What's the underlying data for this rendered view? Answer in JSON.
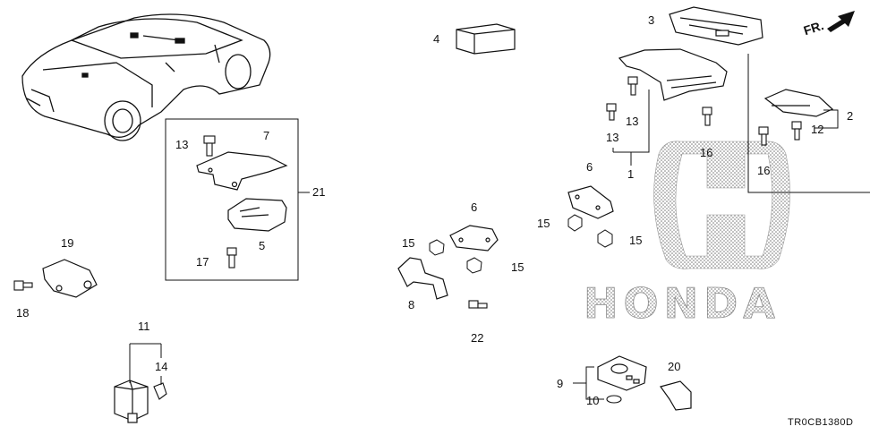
{
  "callouts": [
    {
      "id": "c1",
      "text": "1"
    },
    {
      "id": "c2",
      "text": "2"
    },
    {
      "id": "c3",
      "text": "3"
    },
    {
      "id": "c4",
      "text": "4"
    },
    {
      "id": "c5",
      "text": "5"
    },
    {
      "id": "c6a",
      "text": "6"
    },
    {
      "id": "c6b",
      "text": "6"
    },
    {
      "id": "c7",
      "text": "7"
    },
    {
      "id": "c8",
      "text": "8"
    },
    {
      "id": "c9",
      "text": "9"
    },
    {
      "id": "c10",
      "text": "10"
    },
    {
      "id": "c11",
      "text": "11"
    },
    {
      "id": "c12",
      "text": "12"
    },
    {
      "id": "c13a",
      "text": "13"
    },
    {
      "id": "c13b",
      "text": "13"
    },
    {
      "id": "c13c",
      "text": "13"
    },
    {
      "id": "c14",
      "text": "14"
    },
    {
      "id": "c15a",
      "text": "15"
    },
    {
      "id": "c15b",
      "text": "15"
    },
    {
      "id": "c15c",
      "text": "15"
    },
    {
      "id": "c15d",
      "text": "15"
    },
    {
      "id": "c16a",
      "text": "16"
    },
    {
      "id": "c16b",
      "text": "16"
    },
    {
      "id": "c17",
      "text": "17"
    },
    {
      "id": "c18",
      "text": "18"
    },
    {
      "id": "c19",
      "text": "19"
    },
    {
      "id": "c20",
      "text": "20"
    },
    {
      "id": "c21",
      "text": "21"
    },
    {
      "id": "c22",
      "text": "22"
    }
  ],
  "front_marker": "FR.",
  "brand_watermark": "HONDA",
  "diagram_code": "TR0CB1380D"
}
